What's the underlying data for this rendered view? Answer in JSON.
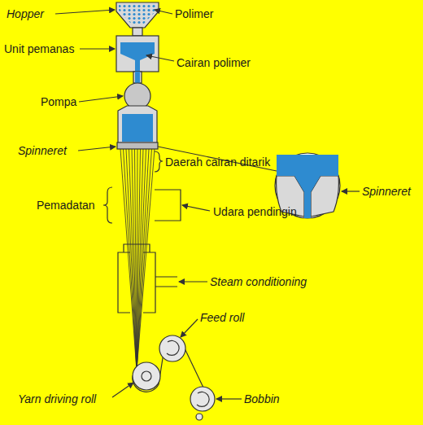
{
  "diagram": {
    "labels": [
      "Hopper",
      "Polimer",
      "Unit pemanas",
      "Cairan polimer",
      "Pompa",
      "Spinneret",
      "Spinneret",
      "Daerah cairan ditarik",
      "Pemadatan",
      "Udara pendingin",
      "Steam conditioning",
      "Feed roll",
      "Yarn driving roll",
      "Bobbin"
    ]
  }
}
